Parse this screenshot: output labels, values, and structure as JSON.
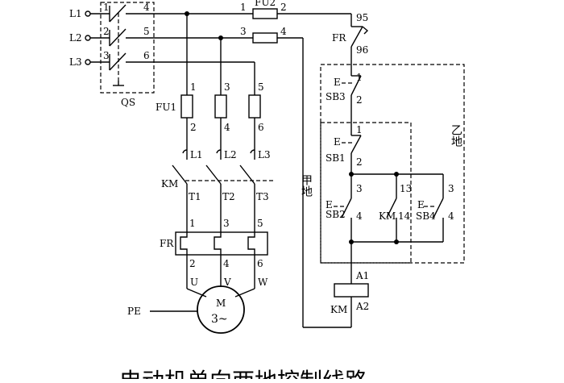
{
  "lines": {
    "l1": "L1",
    "l2": "L2",
    "l3": "L3",
    "pe": "PE"
  },
  "qs": {
    "label": "QS",
    "t1": "1",
    "t2": "2",
    "t3": "3",
    "t4": "4",
    "t5": "5",
    "t6": "6"
  },
  "fu1": {
    "label": "FU1",
    "in1": "1",
    "in2": "3",
    "in3": "5",
    "out1": "2",
    "out2": "4",
    "out3": "6"
  },
  "fu2": {
    "label": "FU2",
    "t1": "1",
    "t2": "2",
    "t3": "3",
    "t4": "4"
  },
  "km_contacts": {
    "label": "KM",
    "l1": "L1",
    "l2": "L2",
    "l3": "L3",
    "t1": "T1",
    "t2": "T2",
    "t3": "T3"
  },
  "fr": {
    "label": "FR",
    "t1": "1",
    "t2": "3",
    "t3": "5",
    "b1": "2",
    "b2": "4",
    "b3": "6",
    "nc_in": "95",
    "nc_out": "96"
  },
  "motor": {
    "label": "M",
    "phase": "3~",
    "u": "U",
    "v": "V",
    "w": "W"
  },
  "sb3": {
    "label": "SB3",
    "e": "E",
    "t1": "1",
    "t2": "2"
  },
  "sb1": {
    "label": "SB1",
    "e": "E",
    "t1": "1",
    "t2": "2"
  },
  "sb2": {
    "label": "SB2",
    "e": "E",
    "t3": "3",
    "t4": "4"
  },
  "km_aux": {
    "label": "KM",
    "t13": "13",
    "t14": "14"
  },
  "sb4": {
    "label": "SB4",
    "e": "E",
    "t3": "3",
    "t4": "4"
  },
  "coil": {
    "label": "KM",
    "a1": "A1",
    "a2": "A2"
  },
  "zones": {
    "jia": "甲地",
    "yi": "乙地"
  },
  "caption": "电动机单向两地控制线路"
}
